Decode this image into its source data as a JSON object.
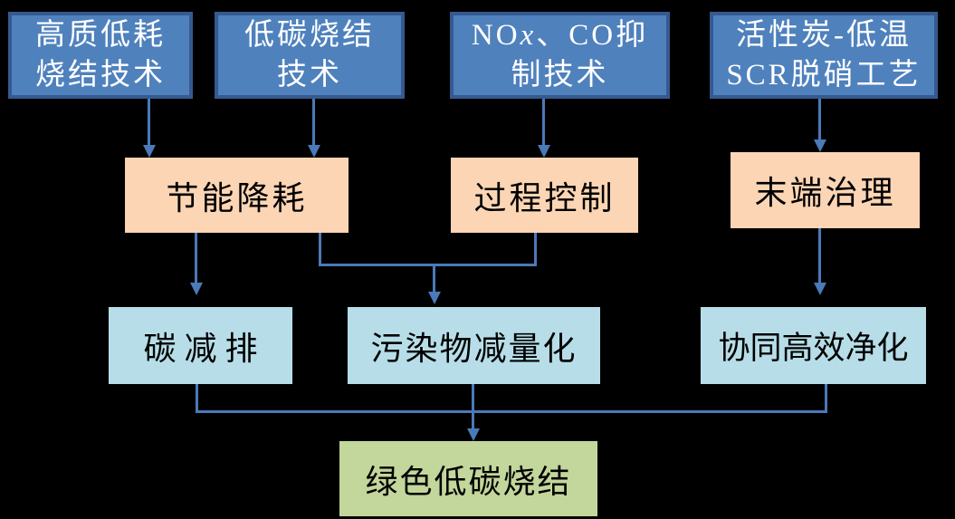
{
  "diagram": {
    "background": "#000000",
    "colors": {
      "source_box_fill": "#4f81bd",
      "source_box_border": "#36598f",
      "source_box_text": "#ffffff",
      "strategy_box_fill": "#fcd5b4",
      "outcome_box_fill": "#b7dee8",
      "goal_box_fill": "#c3d69b",
      "connector_line": "#4a7ab8",
      "dark_text": "#000000"
    },
    "source_nodes": [
      {
        "line1": "高质低耗",
        "line2": "烧结技术"
      },
      {
        "line1": "低碳烧结",
        "line2": "技术"
      },
      {
        "line1_pre": "NO",
        "line1_italic": "x",
        "line1_post": "、CO抑",
        "line2": "制技术"
      },
      {
        "line1": "活性炭-低温",
        "line2": "SCR脱硝工艺"
      }
    ],
    "strategy_nodes": [
      {
        "label": "节能降耗"
      },
      {
        "label": "过程控制"
      },
      {
        "label": "末端治理"
      }
    ],
    "outcome_nodes": [
      {
        "label": "碳减排"
      },
      {
        "label": "污染物减量化"
      },
      {
        "label": "协同高效净化"
      }
    ],
    "goal_node": {
      "label": "绿色低碳烧结"
    },
    "edges": [
      {
        "from": "高质低耗烧结技术",
        "to": "节能降耗"
      },
      {
        "from": "低碳烧结技术",
        "to": "节能降耗"
      },
      {
        "from": "NOx、CO抑制技术",
        "to": "过程控制"
      },
      {
        "from": "活性炭-低温SCR脱硝工艺",
        "to": "末端治理"
      },
      {
        "from": "节能降耗",
        "to": "碳减排"
      },
      {
        "from": "节能降耗",
        "to": "污染物减量化"
      },
      {
        "from": "过程控制",
        "to": "污染物减量化"
      },
      {
        "from": "末端治理",
        "to": "协同高效净化"
      },
      {
        "from": "碳减排",
        "to": "绿色低碳烧结"
      },
      {
        "from": "污染物减量化",
        "to": "绿色低碳烧结"
      },
      {
        "from": "协同高效净化",
        "to": "绿色低碳烧结"
      }
    ]
  }
}
